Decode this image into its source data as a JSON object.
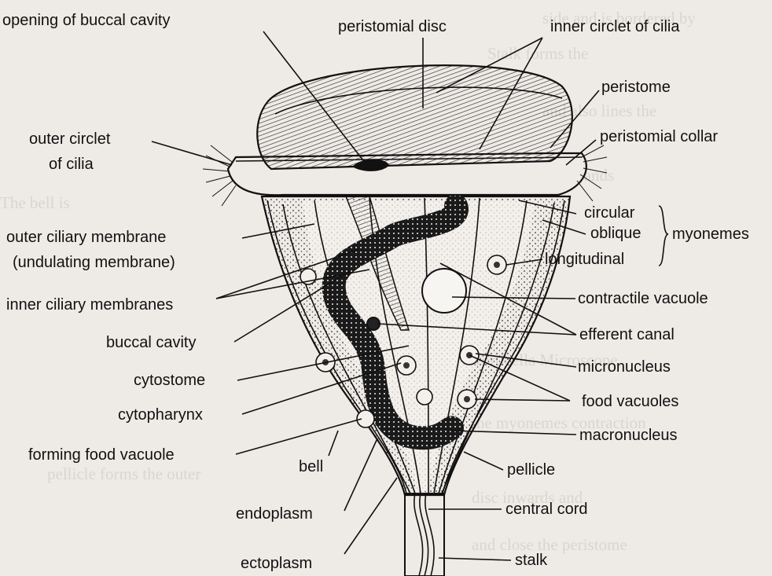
{
  "labels": {
    "opening_buccal_cavity": "opening of buccal cavity",
    "peristomial_disc": "peristomial disc",
    "inner_circlet_cilia": "inner circlet of cilia",
    "peristome": "peristome",
    "peristomial_collar": "peristomial collar",
    "outer_circlet_1": "outer circlet",
    "outer_circlet_2": "of cilia",
    "outer_ciliary_membrane": "outer ciliary membrane",
    "undulating_membrane": "(undulating membrane)",
    "circular": "circular",
    "oblique": "oblique",
    "myonemes": "myonemes",
    "longitudinal": "longitudinal",
    "inner_ciliary_membranes": "inner ciliary membranes",
    "contractile_vacuole": "contractile vacuole",
    "buccal_cavity": "buccal cavity",
    "efferent_canal": "efferent canal",
    "micronucleus": "micronucleus",
    "cytostome": "cytostome",
    "food_vacuoles": "food vacuoles",
    "cytopharynx": "cytopharynx",
    "macronucleus": "macronucleus",
    "forming_food_vacuole": "forming food vacuole",
    "bell": "bell",
    "pellicle": "pellicle",
    "central_cord": "central cord",
    "endoplasm": "endoplasm",
    "stalk": "stalk",
    "ectoplasm": "ectoplasm"
  },
  "colors": {
    "ink": "#111111",
    "paper": "#eeeae6",
    "endoplasm_fill": "#f4f1ed"
  }
}
